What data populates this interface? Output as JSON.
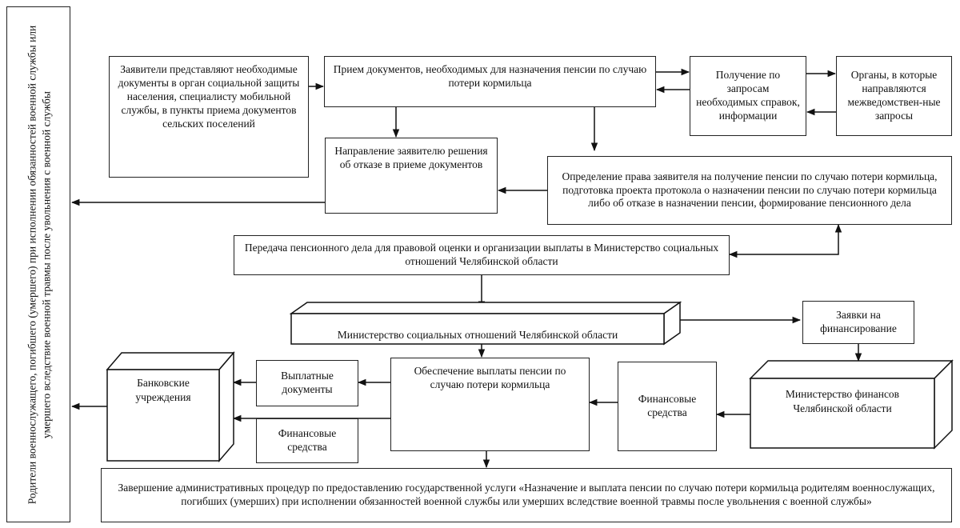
{
  "side_label": "Родители военнослужащего, погибшего (умершего) при исполнении обязанностей военной службы или умершего вследствие военной травмы после увольнения с военной службы",
  "applicants": "Заявители представляют необходимые документы в орган социальной защиты населения, специалисту мобильной службы, в пункты приема документов сельских поселений",
  "reception": "Прием документов, необходимых для назначения пенсии по случаю потери кормильца",
  "requests": "Получение по запросам необходимых справок, информации",
  "agencies": "Органы, в которые направляются межведомствен-ные запросы",
  "refusal": "Направление заявителю решения об отказе в приеме документов",
  "determination": "Определение права заявителя на получение пенсии по случаю потери кормильца, подготовка проекта протокола о назначении пенсии по случаю потери кормильца либо об отказе в назначении пенсии, формирование пенсионного дела",
  "transfer": "Передача пенсионного дела для правовой оценки и организации выплаты в Министерство социальных отношений Челябинской области",
  "ministry_social": "Министерство социальных отношений Челябинской области",
  "funding_requests": "Заявки на финансирование",
  "ministry_finance": "Министерство финансов Челябинской области",
  "financial_means_right": "Финансовые средства",
  "ensure_payment": "Обеспечение выплаты пенсии по случаю потери кормильца",
  "payment_docs": "Выплатные документы",
  "financial_means_left": "Финансовые средства",
  "banks": "Банковские учреждения",
  "completion": "Завершение административных процедур по предоставлению государственной услуги «Назначение и выплата пенсии по случаю потери кормильца родителям военнослужащих, погибших (умерших) при исполнении обязанностей военной службы или умерших вследствие военной травмы после увольнения с военной службы»"
}
